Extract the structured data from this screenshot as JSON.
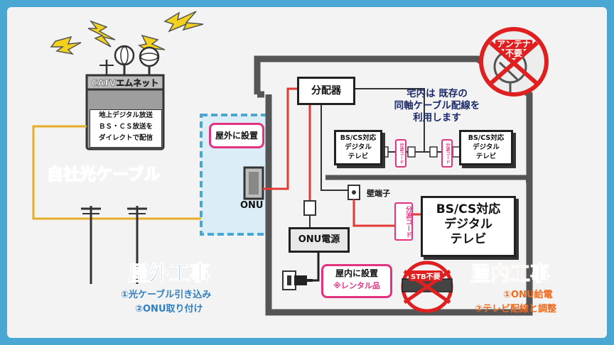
{
  "catv": {
    "name": "CATVエムネット",
    "lines": [
      "地上デジタル放送",
      "ＢＳ・ＣＳ放送を",
      "ダイレクトで配信"
    ]
  },
  "cable_label": "自社光ケーブル",
  "outdoor": {
    "bubble": "屋外に設置",
    "onu": "ONU",
    "title": "屋外工事",
    "items": [
      "①光ケーブル引き込み",
      "②ONU取り付け"
    ]
  },
  "indoor": {
    "splitter": "分配器",
    "note": [
      "宅内は 既存の",
      "同軸ケーブル配線を",
      "利用します"
    ],
    "tv_small": [
      "BS/CS対応",
      "デジタル",
      "テレビ"
    ],
    "tv_large": [
      "BS/CS対応",
      "デジタル",
      "テレビ"
    ],
    "cord_label": "分波コード",
    "wall_terminal": "壁端子",
    "onu_power": "ONU電源",
    "bubble_line1": "屋内に設置",
    "bubble_line2": "※レンタル品",
    "title": "屋内工事",
    "items": [
      "①ONU給電",
      "②テレビ配線と調整"
    ]
  },
  "badges": {
    "antenna": [
      "アンテナ",
      "不要"
    ],
    "stb": "STB不要"
  },
  "colors": {
    "frame_bg": "#4aa6d3",
    "fiber": "#e6ad2c",
    "coax": "#e53935",
    "outdoor_title": "#2f7fc1",
    "indoor_title": "#ee6a1d",
    "prohibit": "#e02020",
    "bubble_border": "#e2347e"
  }
}
